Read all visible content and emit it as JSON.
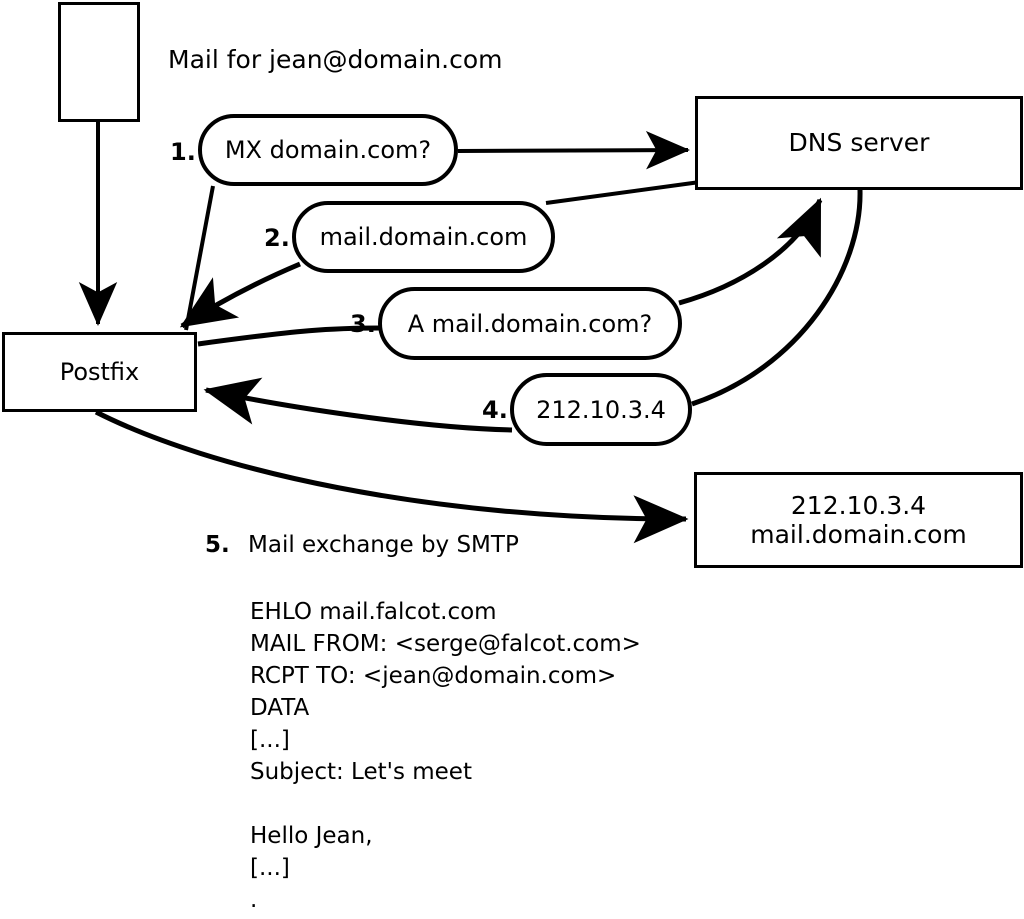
{
  "diagram": {
    "title_note": "Mail for jean@domain.com",
    "nodes": {
      "mail_client": {
        "label": ""
      },
      "postfix": {
        "label": "Postfix"
      },
      "dns_server": {
        "label": "DNS server"
      },
      "target_server": {
        "line1": "212.10.3.4",
        "line2": "mail.domain.com"
      }
    },
    "steps": [
      {
        "num": "1.",
        "bubble": "MX domain.com?"
      },
      {
        "num": "2.",
        "bubble": "mail.domain.com"
      },
      {
        "num": "3.",
        "bubble": "A mail.domain.com?"
      },
      {
        "num": "4.",
        "bubble": "212.10.3.4"
      },
      {
        "num": "5.",
        "caption": "Mail exchange by SMTP"
      }
    ],
    "smtp_transcript": [
      "EHLO mail.falcot.com",
      "MAIL FROM: <serge@falcot.com>",
      "RCPT TO: <jean@domain.com>",
      "DATA",
      "[...]",
      "Subject: Let's meet",
      "",
      "Hello Jean,",
      "[...]",
      "."
    ],
    "colors": {
      "stroke": "#000000",
      "background": "#ffffff"
    }
  }
}
